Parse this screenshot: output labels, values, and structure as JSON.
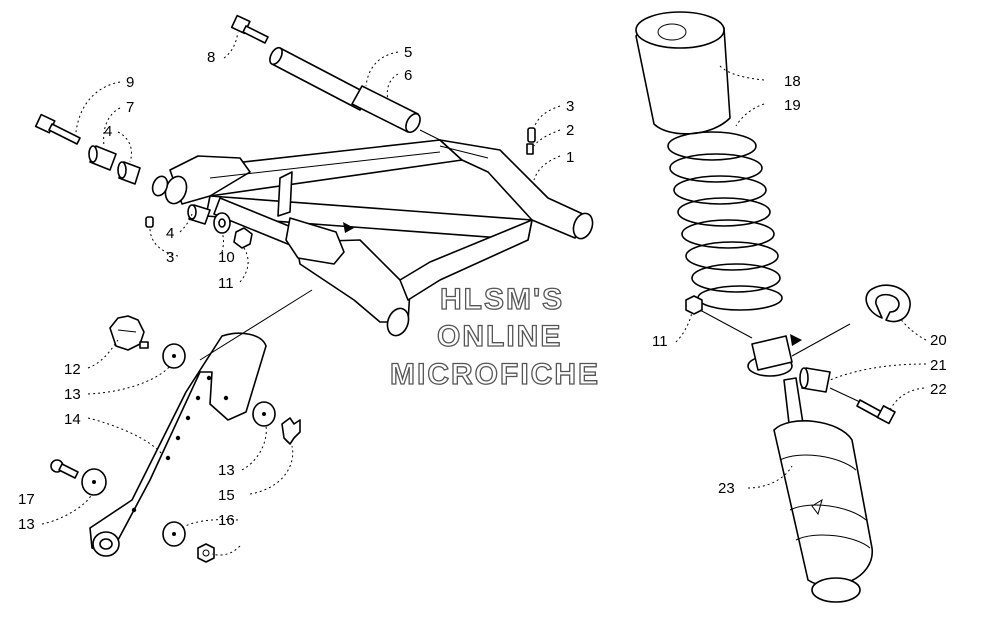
{
  "callouts": [
    {
      "id": "c8",
      "text": "8"
    },
    {
      "id": "c5",
      "text": "5"
    },
    {
      "id": "c6",
      "text": "6"
    },
    {
      "id": "c9",
      "text": "9"
    },
    {
      "id": "c7",
      "text": "7"
    },
    {
      "id": "c4a",
      "text": "4"
    },
    {
      "id": "c3a",
      "text": "3"
    },
    {
      "id": "c2",
      "text": "2"
    },
    {
      "id": "c1",
      "text": "1"
    },
    {
      "id": "c4b",
      "text": "4"
    },
    {
      "id": "c3b",
      "text": "3"
    },
    {
      "id": "c10",
      "text": "10"
    },
    {
      "id": "c11a",
      "text": "11"
    },
    {
      "id": "c12",
      "text": "12"
    },
    {
      "id": "c13a",
      "text": "13"
    },
    {
      "id": "c14",
      "text": "14"
    },
    {
      "id": "c13b",
      "text": "13"
    },
    {
      "id": "c15",
      "text": "15"
    },
    {
      "id": "c17",
      "text": "17"
    },
    {
      "id": "c13c",
      "text": "13"
    },
    {
      "id": "c16",
      "text": "16"
    },
    {
      "id": "c18",
      "text": "18"
    },
    {
      "id": "c19",
      "text": "19"
    },
    {
      "id": "c11b",
      "text": "11"
    },
    {
      "id": "c20",
      "text": "20"
    },
    {
      "id": "c21",
      "text": "21"
    },
    {
      "id": "c22",
      "text": "22"
    },
    {
      "id": "c23",
      "text": "23"
    }
  ],
  "watermark": {
    "line1": "HLSM'S",
    "line2": "ONLINE",
    "line3": "MICROFICHE"
  }
}
